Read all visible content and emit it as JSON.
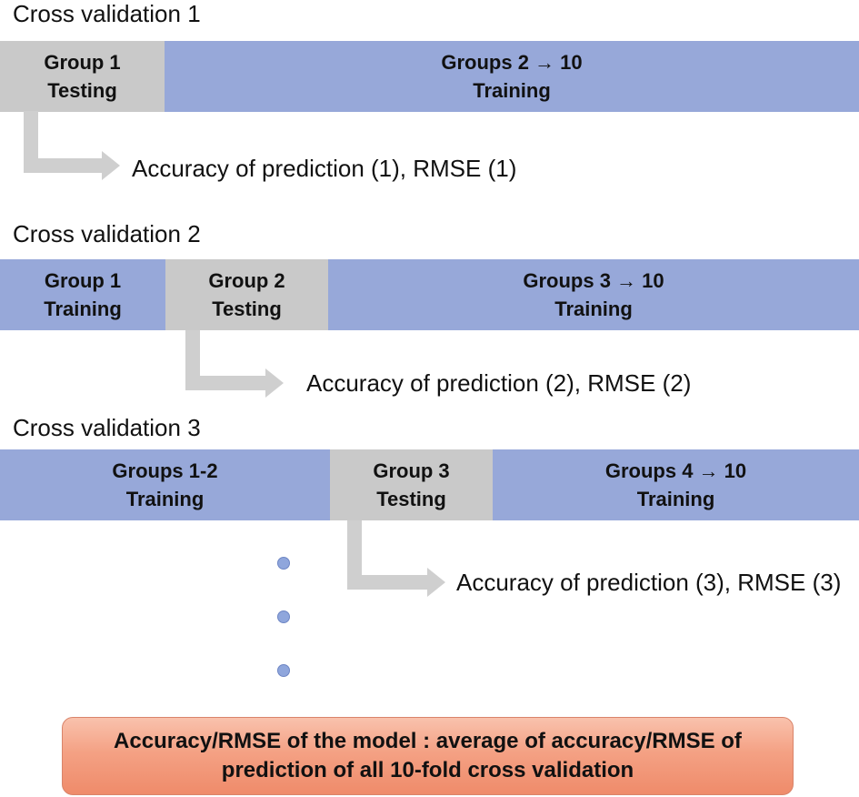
{
  "folds": [
    {
      "title": "Cross validation 1",
      "segments": [
        {
          "line1": "Group 1",
          "line2": "Testing"
        },
        {
          "line1": "Groups 2 → 10",
          "line2": "Training"
        }
      ],
      "result": "Accuracy of prediction (1), RMSE (1)"
    },
    {
      "title": "Cross validation 2",
      "segments": [
        {
          "line1": "Group 1",
          "line2": "Training"
        },
        {
          "line1": "Group 2",
          "line2": "Testing"
        },
        {
          "line1": "Groups 3 → 10",
          "line2": "Training"
        }
      ],
      "result": "Accuracy of prediction (2), RMSE (2)"
    },
    {
      "title": "Cross validation 3",
      "segments": [
        {
          "line1": "Groups 1-2",
          "line2": "Training"
        },
        {
          "line1": "Group 3",
          "line2": "Testing"
        },
        {
          "line1": "Groups 4 → 10",
          "line2": "Training"
        }
      ],
      "result": "Accuracy of prediction (3), RMSE (3)"
    }
  ],
  "summary": {
    "line1": "Accuracy/RMSE of the model : average of accuracy/RMSE of",
    "line2": "prediction of all 10-fold cross validation"
  },
  "colors": {
    "training": "#97a8d9",
    "testing": "#c9c9c9",
    "arrow": "#cfcfcf",
    "dot": "#8fa6dc",
    "summary": "#f4a184"
  }
}
